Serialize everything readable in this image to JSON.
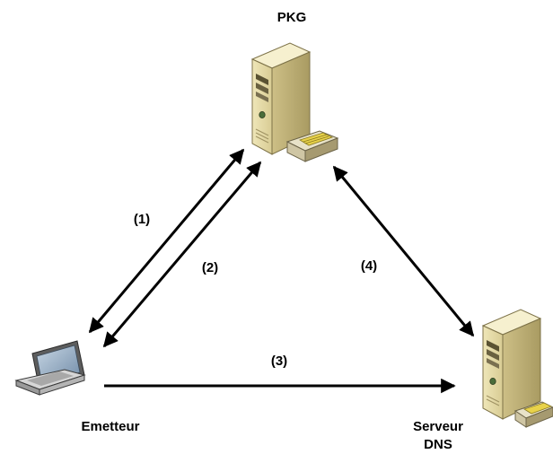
{
  "nodes": {
    "pkg": {
      "label": "PKG",
      "icon": "server-icon"
    },
    "emetteur": {
      "label": "Emetteur",
      "icon": "laptop-icon"
    },
    "dns": {
      "label_line1": "Serveur",
      "label_line2": "DNS",
      "icon": "server-icon"
    }
  },
  "edges": {
    "e1": {
      "label": "(1)",
      "from": "Emetteur",
      "to": "PKG"
    },
    "e2": {
      "label": "(2)",
      "from": "PKG",
      "to": "Emetteur"
    },
    "e3": {
      "label": "(3)",
      "from": "Emetteur",
      "to": "Serveur DNS"
    },
    "e4": {
      "label": "(4)",
      "from": "PKG",
      "to": "Serveur DNS"
    }
  },
  "colors": {
    "arrow": "#000000",
    "case_light": "#f3ecc4",
    "case_mid": "#ddd2a0",
    "case_dark": "#b7aa72",
    "screen": "#8fa7bf",
    "nic_yellow": "#e8d24a"
  }
}
